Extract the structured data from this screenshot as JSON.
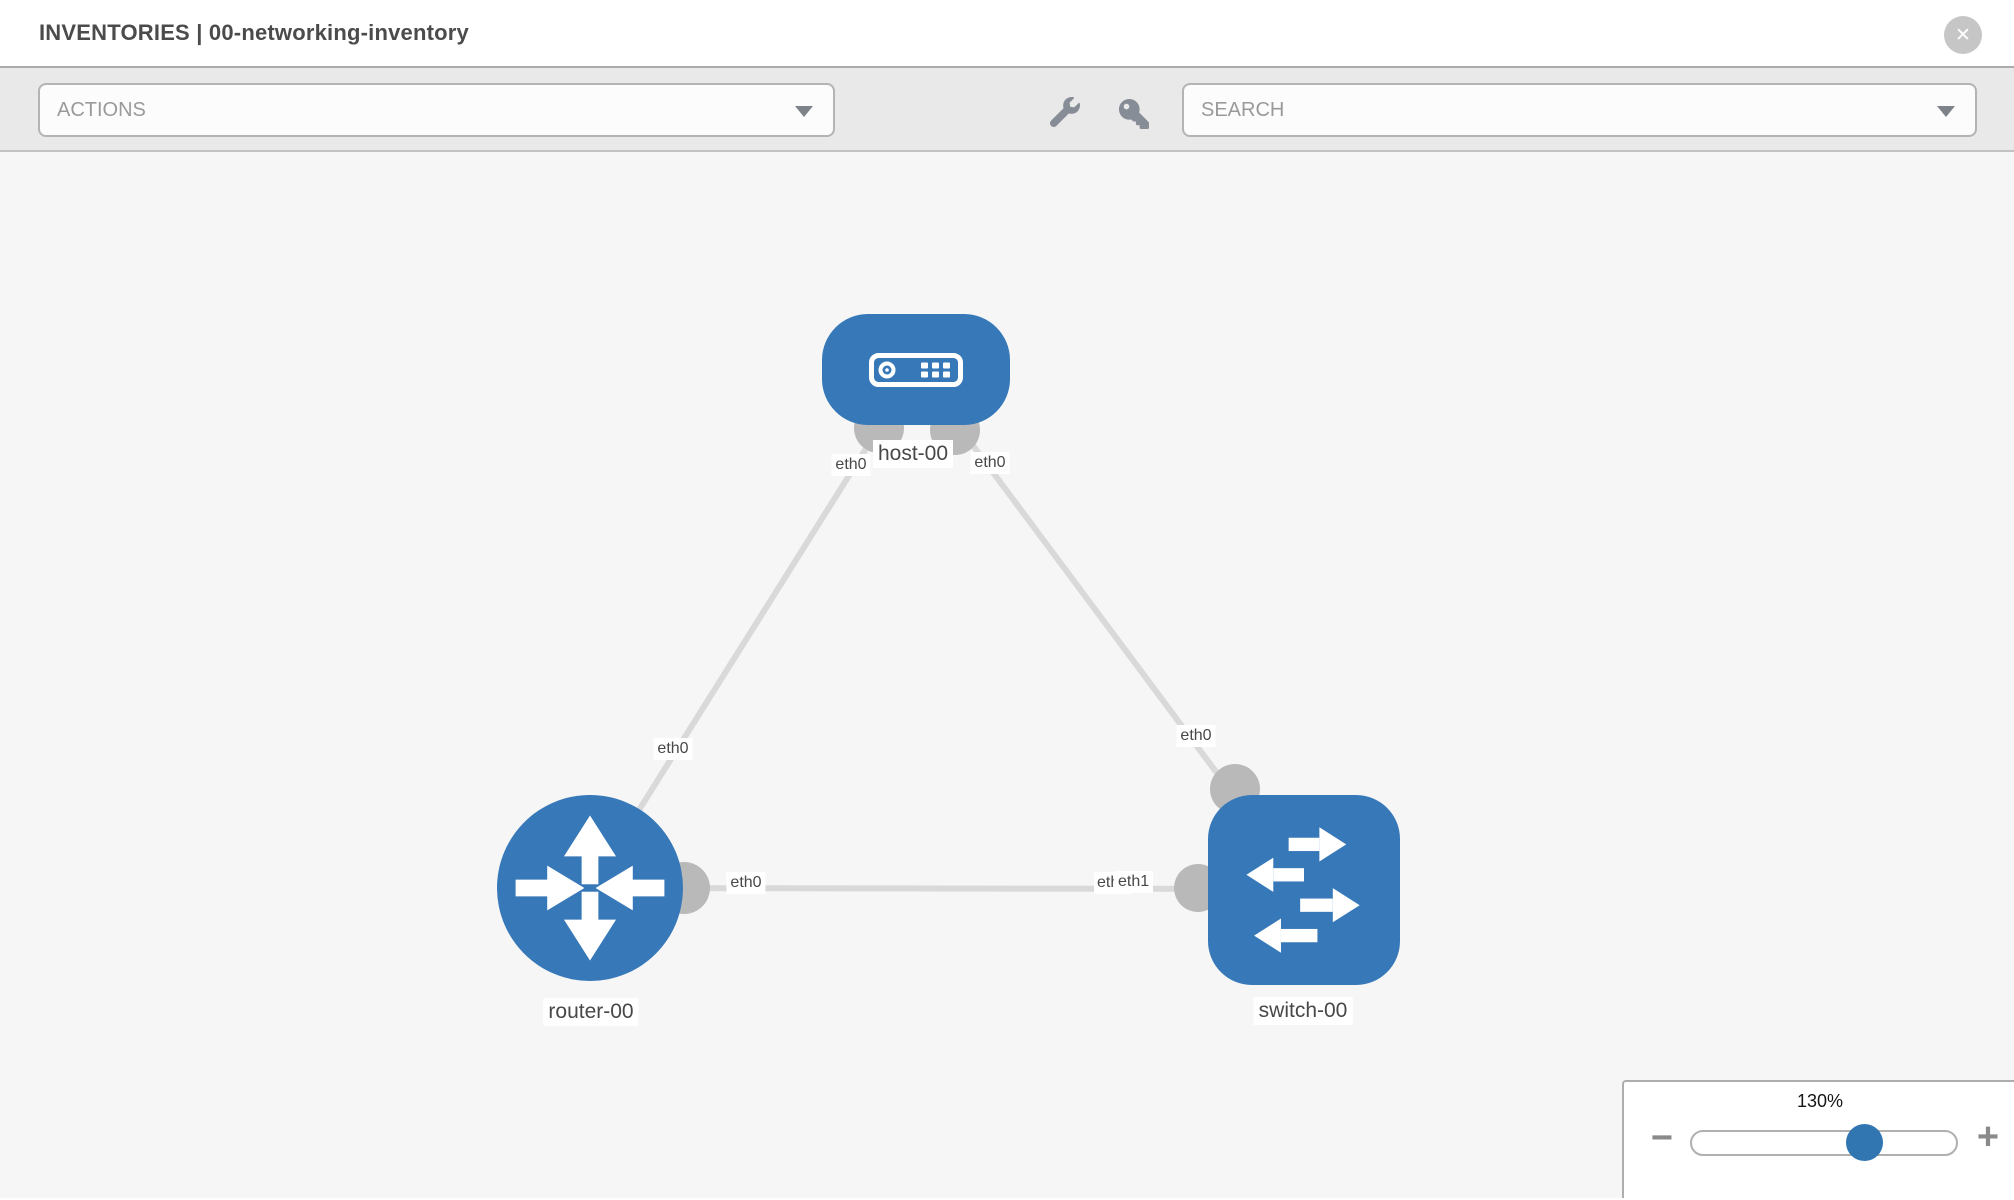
{
  "header": {
    "title": "INVENTORIES | 00-networking-inventory"
  },
  "toolbar": {
    "actions_placeholder": "ACTIONS",
    "search_placeholder": "SEARCH"
  },
  "icons": {
    "close": "✕"
  },
  "topology": {
    "nodes": [
      {
        "label": "host-00",
        "type": "host"
      },
      {
        "label": "router-00",
        "type": "router"
      },
      {
        "label": "switch-00",
        "type": "switch"
      }
    ],
    "links": [
      {
        "from": "host-00",
        "to": "router-00",
        "from_interface": "eth0",
        "to_interface": "eth0"
      },
      {
        "from": "host-00",
        "to": "switch-00",
        "from_interface": "eth0",
        "to_interface": "eth0"
      },
      {
        "from": "router-00",
        "to": "switch-00",
        "from_interface": "eth0",
        "to_interface": "eth1"
      }
    ],
    "interface_labels": {
      "host_to_router_at_host": "eth0",
      "host_to_router_at_router": "eth0",
      "host_to_switch_at_host": "eth0",
      "host_to_switch_at_switch": "eth0",
      "router_to_switch_at_router": "eth0",
      "router_to_switch_at_switch_under": "eth0",
      "router_to_switch_at_switch": "eth1"
    }
  },
  "zoom_control": {
    "level": "130%",
    "zoom_out": "−",
    "zoom_in": "+"
  },
  "colors": {
    "node_blue": "#3678b8",
    "link_gray": "#d9d9d9",
    "port_gray": "#b9b9b9",
    "thumb_blue": "#3276b1"
  }
}
